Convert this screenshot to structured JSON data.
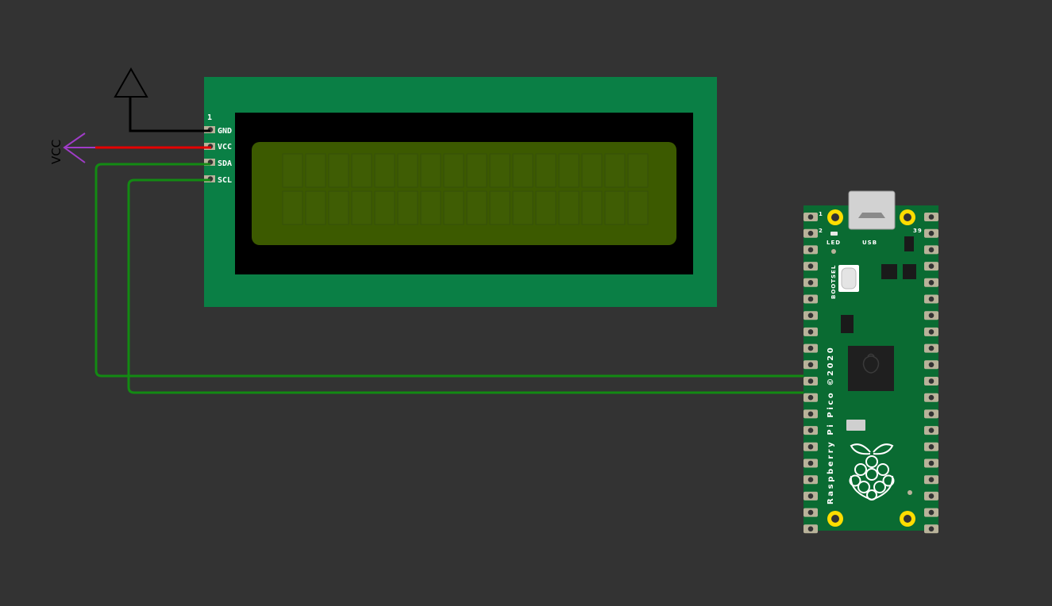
{
  "lcd": {
    "pin1_marker": "1",
    "pins": [
      {
        "id": "gnd",
        "label": "GND"
      },
      {
        "id": "vcc",
        "label": "VCC"
      },
      {
        "id": "sda",
        "label": "SDA"
      },
      {
        "id": "scl",
        "label": "SCL"
      }
    ],
    "columns": 16,
    "rows": 2
  },
  "power": {
    "vcc_label": "VCC"
  },
  "pico": {
    "board_text": "Raspberry Pi Pico ©2020",
    "pin_1": "1",
    "pin_2": "2",
    "pin_39": "39",
    "led_label": "LED",
    "usb_label": "USB",
    "bootsel_label": "BOOTSEL"
  },
  "colors": {
    "background": "#333333",
    "lcd_board": "#0a7f45",
    "lcd_bezel": "#000000",
    "lcd_glass": "#3c5a00",
    "pico_board": "#0a6b32",
    "wire_vcc": "#e50000",
    "wire_gnd": "#000000",
    "wire_i2c": "#138a13",
    "vcc_arrow": "#a03cc8",
    "pad_gold": "#ffdd00"
  }
}
